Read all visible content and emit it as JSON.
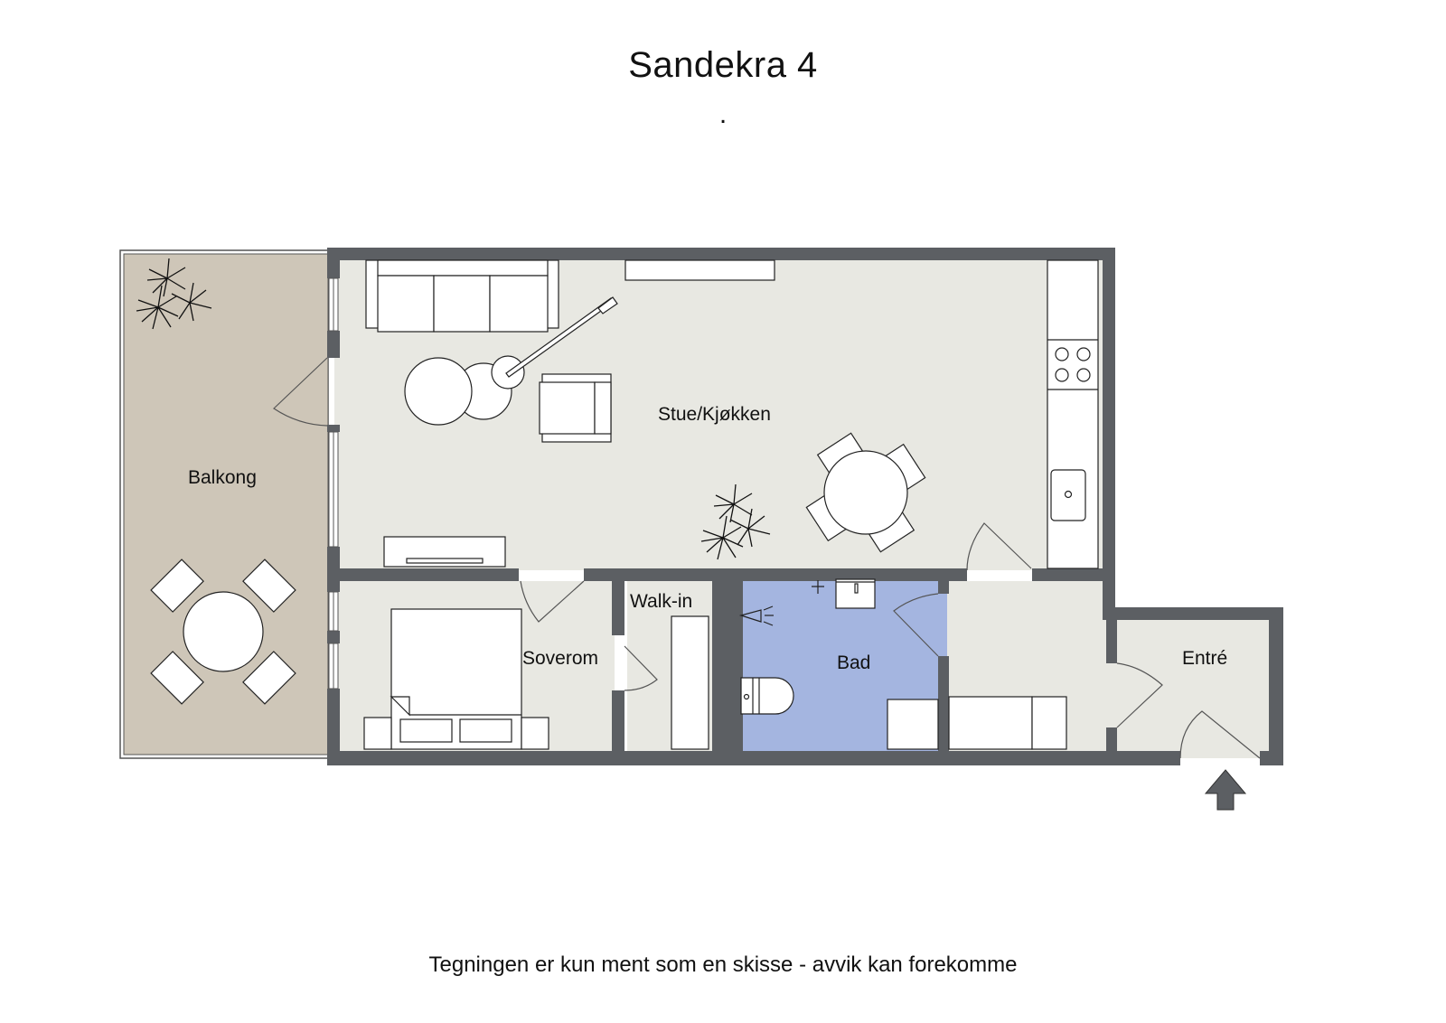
{
  "header": {
    "title": "Sandekra 4",
    "subtitle": "."
  },
  "footer": {
    "disclaimer": "Tegningen er kun ment som en skisse - avvik kan forekomme"
  },
  "colors": {
    "wall": "#5c5f63",
    "floor": "#e8e8e2",
    "balcony": "#cec6b8",
    "bathroom": "#a4b5e0",
    "furniture": "#ffffff",
    "outline": "#222222"
  },
  "rooms": [
    {
      "id": "balkong",
      "label": "Balkong"
    },
    {
      "id": "stue",
      "label": "Stue/Kjøkken"
    },
    {
      "id": "soverom",
      "label": "Soverom"
    },
    {
      "id": "walkin",
      "label": "Walk-in"
    },
    {
      "id": "bad",
      "label": "Bad"
    },
    {
      "id": "entre",
      "label": "Entré"
    }
  ],
  "icons": {
    "entrance": "entrance-arrow-icon"
  }
}
